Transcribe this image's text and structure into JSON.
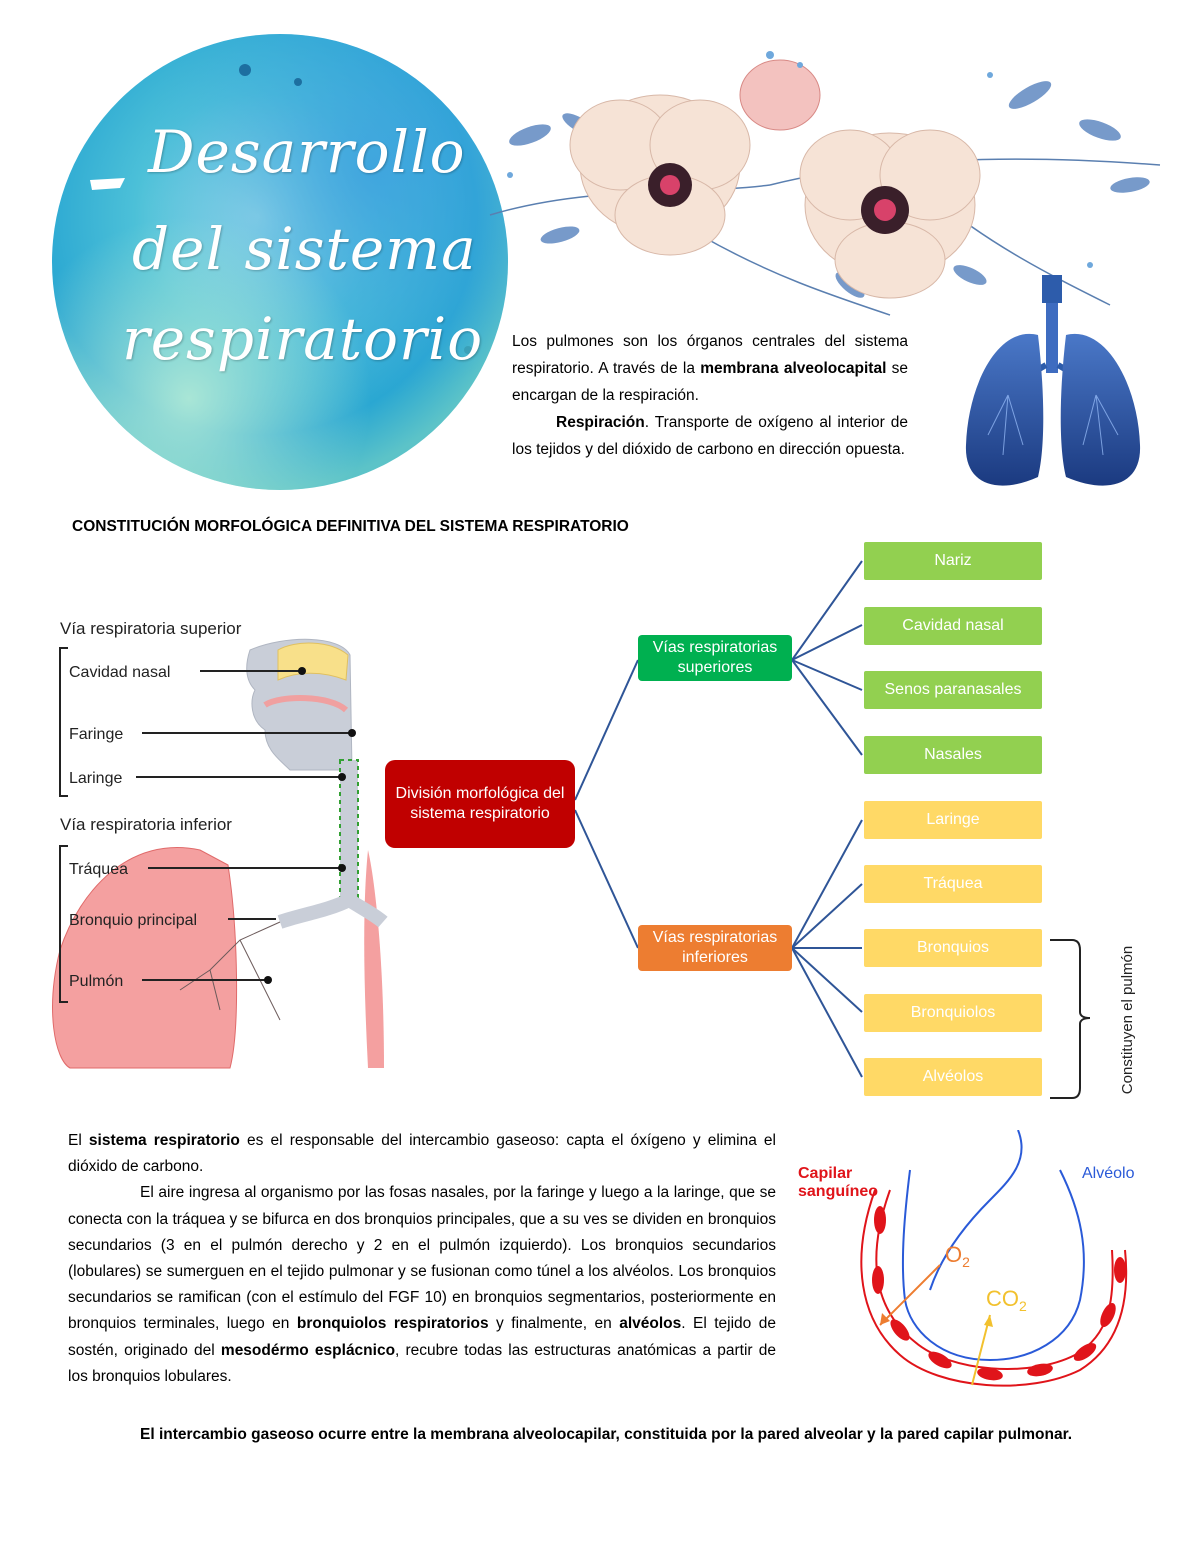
{
  "title": {
    "line1": "Desarrollo",
    "line2": "del sistema",
    "line3": "respiratorio"
  },
  "intro": {
    "p1_a": "Los pulmones son los órganos centrales del sistema respiratorio. A través de la ",
    "p1_bold": "membrana alveolocapital",
    "p1_b": " se encargan de la respiración.",
    "p2_bold": "Respiración",
    "p2_text": ". Transporte de oxígeno al interior de los tejidos y del dióxido de carbono en dirección opuesta."
  },
  "section_heading": "CONSTITUCIÓN MORFOLÓGICA DEFINITIVA DEL SISTEMA RESPIRATORIO",
  "anatomy": {
    "upper_heading": "Vía respiratoria superior",
    "lower_heading": "Vía respiratoria inferior",
    "labels": [
      "Cavidad nasal",
      "Faringe",
      "Laringe",
      "Tráquea",
      "Bronquio principal",
      "Pulmón"
    ]
  },
  "concept_map": {
    "root": "División morfológica del sistema respiratorio",
    "upper_branch": "Vías respiratorias superiores",
    "lower_branch": "Vías respiratorias inferiores",
    "upper_items": [
      "Nariz",
      "Cavidad nasal",
      "Senos paranasales",
      "Nasales"
    ],
    "lower_items": [
      "Laringe",
      "Tráquea",
      "Bronquios",
      "Bronquiolos",
      "Alvéolos"
    ],
    "brace_label": "Constituyen el pulmón",
    "colors": {
      "root": "#c00000",
      "upper_branch": "#00b050",
      "lower_branch": "#ed7d31",
      "upper_items": "#92d050",
      "lower_items": "#ffd966",
      "lines": "#2f5597"
    }
  },
  "alveolus_diagram": {
    "capillary_label": "Capilar sanguíneo",
    "alveolus_label": "Alvéolo",
    "o2_label": "O2",
    "co2_label": "CO2"
  },
  "body": {
    "p1_a": "El ",
    "p1_bold": "sistema respiratorio",
    "p1_b": " es el responsable del intercambio gaseoso: capta el óxígeno y elimina el dióxido de carbono.",
    "p2_a": "El aire ingresa al organismo por las fosas nasales, por la faringe y luego a la laringe, que se conecta con la tráquea y se bifurca en dos bronquios principales, que a su ves se dividen en bronquios secundarios (3 en el pulmón derecho y 2 en el pulmón izquierdo). Los bronquios secundarios (lobulares) se sumerguen en el tejido pulmonar y se fusionan como túnel a los alvéolos. Los bronquios secundarios se ramifican (con el estímulo del FGF 10) en bronquios segmentarios, posteriormente en bronquios terminales, luego en ",
    "p2_bold1": "bronquiolos respiratorios",
    "p2_b": " y finalmente, en ",
    "p2_bold2": "alvéolos",
    "p2_c": ". El tejido de sostén, originado del ",
    "p2_bold3": "mesodérmo esplácnico",
    "p2_d": ", recubre todas las estructuras anatómicas a partir de los bronquios lobulares.",
    "final": "El intercambio gaseoso ocurre entre la membrana alveolocapilar, constituida por la pared alveolar y la pared capilar pulmonar."
  }
}
